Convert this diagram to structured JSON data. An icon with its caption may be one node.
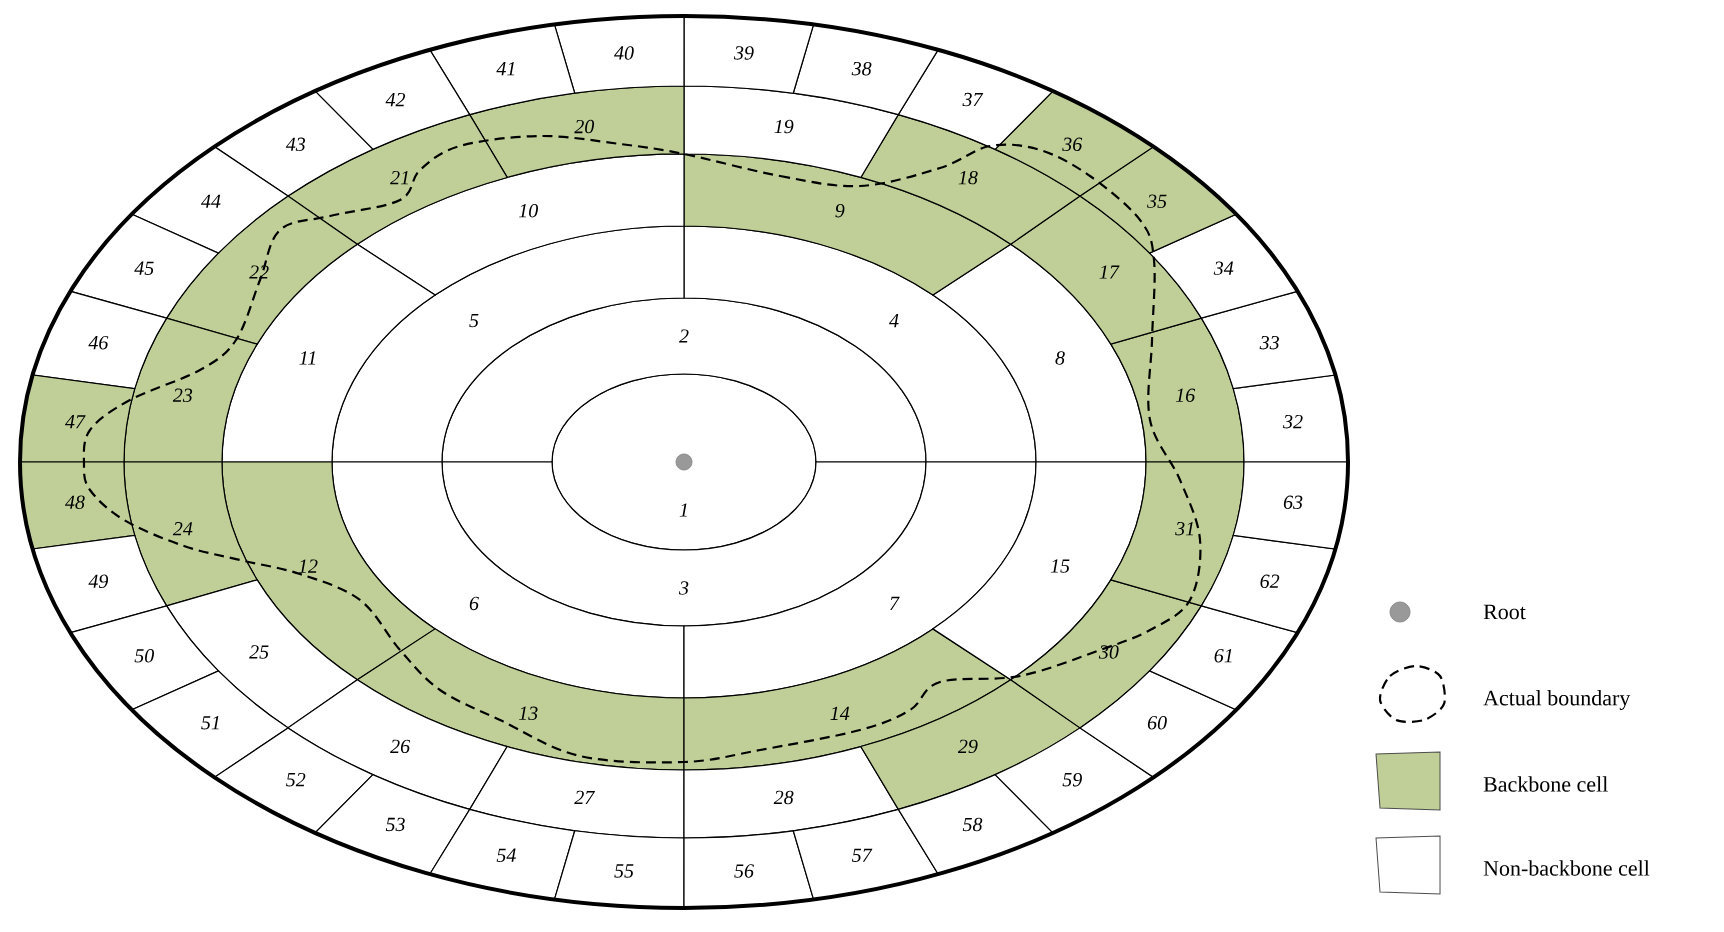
{
  "diagram": {
    "nodes": [
      {
        "text": [
          "1"
        ]
      },
      {
        "text": [
          "2"
        ]
      },
      {
        "text": [
          "3"
        ]
      },
      {
        "text": [
          "4"
        ]
      },
      {
        "text": [
          "5"
        ]
      },
      {
        "text": [
          "6"
        ]
      },
      {
        "text": [
          "7"
        ]
      },
      {
        "text": [
          "8"
        ]
      },
      {
        "text": [
          "9"
        ]
      },
      {
        "text": [
          "10"
        ]
      },
      {
        "text": [
          "11"
        ]
      },
      {
        "text": [
          "12"
        ]
      },
      {
        "text": [
          "13"
        ]
      },
      {
        "text": [
          "14"
        ]
      },
      {
        "text": [
          "15"
        ]
      },
      {
        "text": [
          "16"
        ]
      },
      {
        "text": [
          "17"
        ]
      },
      {
        "text": [
          "18"
        ]
      },
      {
        "text": [
          "19"
        ]
      },
      {
        "text": [
          "20"
        ]
      },
      {
        "text": [
          "21"
        ]
      },
      {
        "text": [
          "22"
        ]
      },
      {
        "text": [
          "23"
        ]
      },
      {
        "text": [
          "24"
        ]
      },
      {
        "text": [
          "25"
        ]
      },
      {
        "text": [
          "26"
        ]
      },
      {
        "text": [
          "27"
        ]
      },
      {
        "text": [
          "28"
        ]
      },
      {
        "text": [
          "29"
        ]
      },
      {
        "text": [
          "30"
        ]
      },
      {
        "text": [
          "31"
        ]
      },
      {
        "text": [
          "32"
        ]
      },
      {
        "text": [
          "33"
        ]
      },
      {
        "text": [
          "34"
        ]
      },
      {
        "text": [
          "35"
        ]
      },
      {
        "text": [
          "36"
        ]
      },
      {
        "text": [
          "37"
        ]
      },
      {
        "text": [
          "38"
        ]
      },
      {
        "text": [
          "39"
        ]
      },
      {
        "text": [
          "40"
        ]
      },
      {
        "text": [
          "41"
        ]
      },
      {
        "text": [
          "42"
        ]
      },
      {
        "text": [
          "43"
        ]
      },
      {
        "text": [
          "44"
        ]
      },
      {
        "text": [
          "45"
        ]
      },
      {
        "text": [
          "46"
        ]
      },
      {
        "text": [
          "47"
        ]
      },
      {
        "text": [
          "48"
        ]
      },
      {
        "text": [
          "49"
        ]
      },
      {
        "text": [
          "50"
        ]
      },
      {
        "text": [
          "51"
        ]
      },
      {
        "text": [
          "52"
        ]
      },
      {
        "text": [
          "53"
        ]
      },
      {
        "text": [
          "54"
        ]
      },
      {
        "text": [
          "55"
        ]
      },
      {
        "text": [
          "56"
        ]
      },
      {
        "text": [
          "57"
        ]
      },
      {
        "text": [
          "58"
        ]
      },
      {
        "text": [
          "59"
        ]
      },
      {
        "text": [
          "60"
        ]
      },
      {
        "text": [
          "61"
        ]
      },
      {
        "text": [
          "62"
        ]
      },
      {
        "text": [
          "63"
        ]
      }
    ],
    "legend": [
      {
        "text": "Root"
      },
      {
        "text": "Actual boundary"
      },
      {
        "text": "Backbone cell",
        "color": "#bfcf97"
      },
      {
        "text": "Non-backbone cell"
      }
    ]
  }
}
